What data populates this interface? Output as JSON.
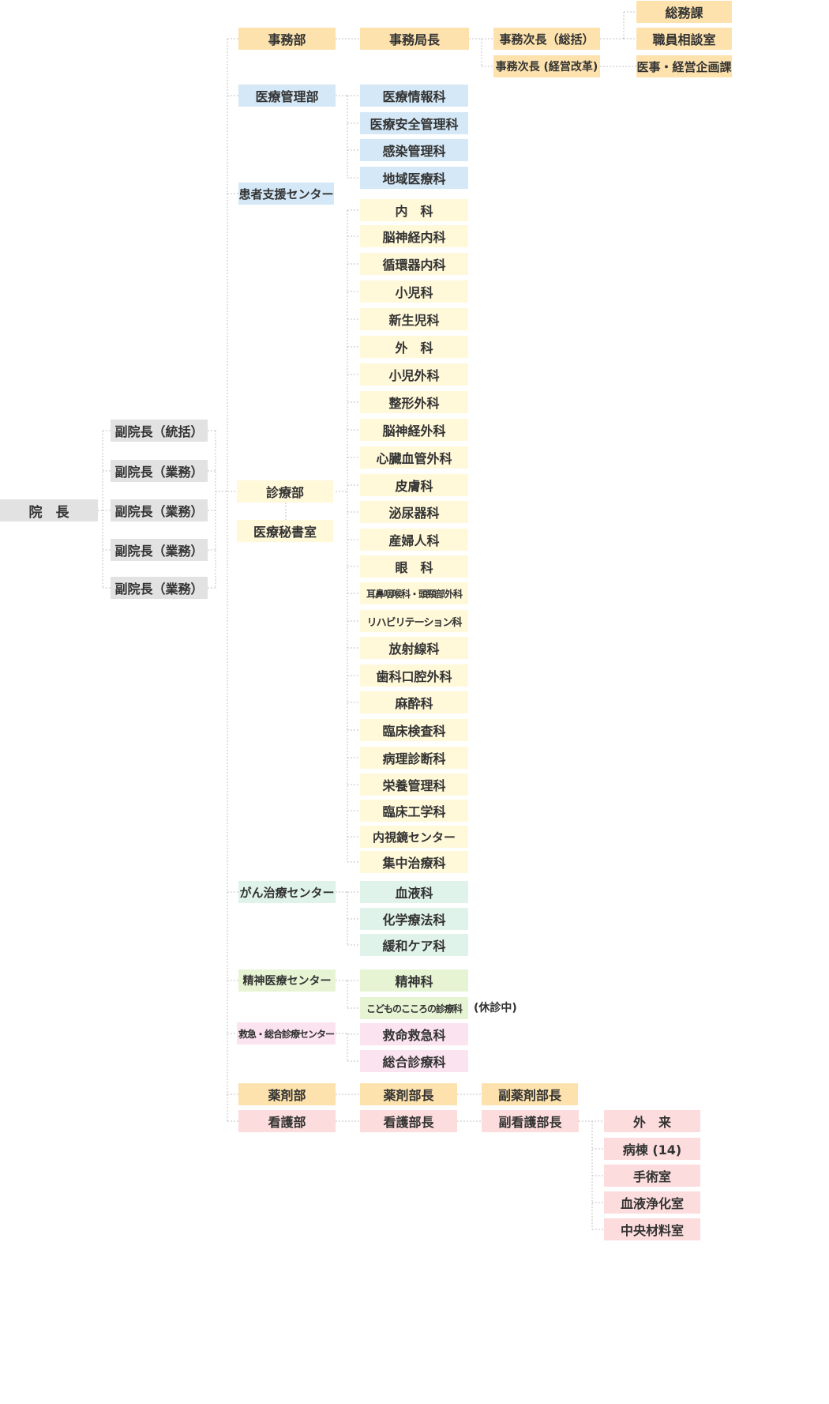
{
  "colors": {
    "gray": "#e2e2e2",
    "orange": "#fde2ad",
    "blue": "#d4e8f7",
    "yellow": "#fff8d9",
    "green": "#e0f3ea",
    "lime": "#e6f4d4",
    "pink": "#fbe3ef",
    "red": "#fcdcdc"
  },
  "nodes": {
    "director": "院　長",
    "vp_general": "副院長（統括）",
    "vp_business_1": "副院長（業務）",
    "vp_business_2": "副院長（業務）",
    "vp_business_3": "副院長（業務）",
    "vp_business_4": "副院長（業務）",
    "admin_dept": "事務部",
    "admin_chief": "事務局長",
    "admin_deputy_general": "事務次長（総括）",
    "admin_deputy_reform": "事務次長 (経営改革)",
    "general_affairs": "総務課",
    "staff_consultation": "職員相談室",
    "medical_planning": "医事・経営企画課",
    "med_mgmt_dept": "医療管理部",
    "med_info": "医療情報科",
    "med_safety": "医療安全管理科",
    "infection_control": "感染管理科",
    "community_med": "地域医療科",
    "patient_support": "患者支援センター",
    "clinical_dept": "診療部",
    "med_secretary": "医療秘書室",
    "internal": "内　科",
    "neurology": "脳神経内科",
    "cardiology": "循環器内科",
    "pediatrics": "小児科",
    "neonatology": "新生児科",
    "surgery": "外　科",
    "pediatric_surgery": "小児外科",
    "orthopedics": "整形外科",
    "neurosurgery": "脳神経外科",
    "cardiovascular_surgery": "心臓血管外科",
    "dermatology": "皮膚科",
    "urology": "泌尿器科",
    "obgyn": "産婦人科",
    "ophthalmology": "眼　科",
    "ent": "耳鼻咽喉科・頭頸部外科",
    "rehabilitation": "リハビリテーション科",
    "radiology": "放射線科",
    "oral_surgery": "歯科口腔外科",
    "anesthesiology": "麻酔科",
    "clinical_lab": "臨床検査科",
    "pathology": "病理診断科",
    "nutrition": "栄養管理科",
    "clinical_engineering": "臨床工学科",
    "endoscopy": "内視鏡センター",
    "intensive_care": "集中治療科",
    "cancer_center": "がん治療センター",
    "hematology": "血液科",
    "chemotherapy": "化学療法科",
    "palliative": "緩和ケア科",
    "psych_center": "精神医療センター",
    "psychiatry": "精神科",
    "child_psych": "こどものこころの診療科",
    "child_psych_note": "(休診中)",
    "emergency_center": "救急・総合診療センター",
    "emergency": "救命救急科",
    "general_medicine": "総合診療科",
    "pharmacy_dept": "薬剤部",
    "pharmacy_chief": "薬剤部長",
    "pharmacy_deputy": "副薬剤部長",
    "nursing_dept": "看護部",
    "nursing_chief": "看護部長",
    "nursing_deputy": "副看護部長",
    "outpatient": "外　来",
    "wards": "病棟 (14)",
    "operating_room": "手術室",
    "dialysis": "血液浄化室",
    "central_supply": "中央材料室"
  }
}
